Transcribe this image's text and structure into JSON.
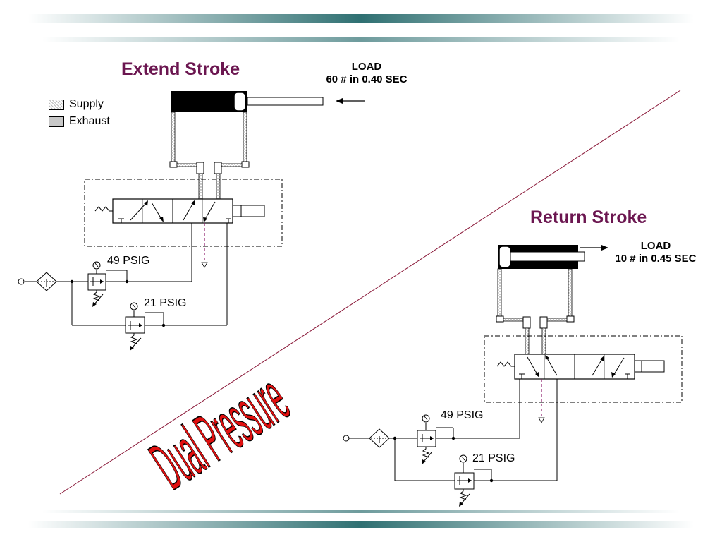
{
  "extend": {
    "title": "Extend Stroke",
    "load_label": "LOAD",
    "load_value": "60 # in 0.40 SEC",
    "upper_pressure": "49 PSIG",
    "lower_pressure": "21 PSIG"
  },
  "return": {
    "title": "Return Stroke",
    "load_label": "LOAD",
    "load_value": "10 # in 0.45 SEC",
    "upper_pressure": "49 PSIG",
    "lower_pressure": "21 PSIG"
  },
  "legend": {
    "supply": "Supply",
    "exhaust": "Exhaust"
  },
  "banner": "Dual Pressure",
  "colors": {
    "heading": "#6b1650",
    "banner_fill": "#e01010",
    "divider": "#8b1a3a",
    "band": "#2f7072",
    "exhaust_path": "#8b1a6b"
  }
}
